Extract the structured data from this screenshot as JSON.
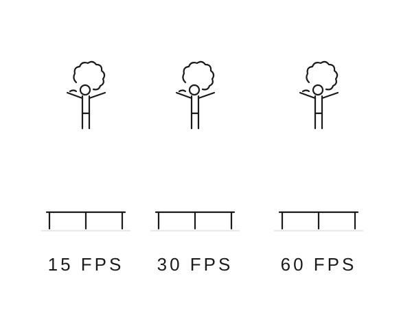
{
  "panels": [
    {
      "label": "15 FPS"
    },
    {
      "label": "30 FPS"
    },
    {
      "label": "60 FPS"
    }
  ],
  "colors": {
    "ink": "#1a1a1a",
    "floor": "#e8e8e8",
    "background": "#ffffff"
  }
}
